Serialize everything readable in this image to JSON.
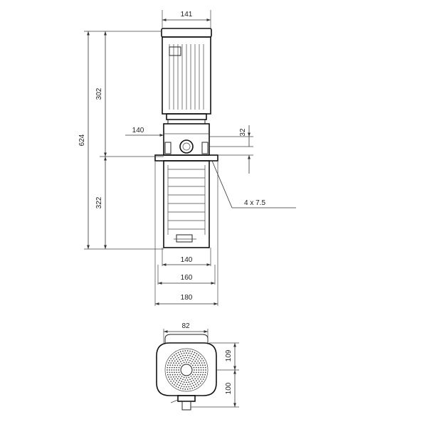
{
  "drawing": {
    "front_view": {
      "dimensions": {
        "motor_width": "141",
        "overall_height": "624",
        "upper_height": "302",
        "lower_height": "322",
        "port_offset": "140",
        "port_height": "32",
        "base_inner": "140",
        "base_mid": "160",
        "base_outer": "180",
        "mounting_holes": "4 x 7.5"
      }
    },
    "plan_view": {
      "dimensions": {
        "width": "82",
        "depth_upper": "109",
        "depth_lower": "100"
      }
    }
  }
}
